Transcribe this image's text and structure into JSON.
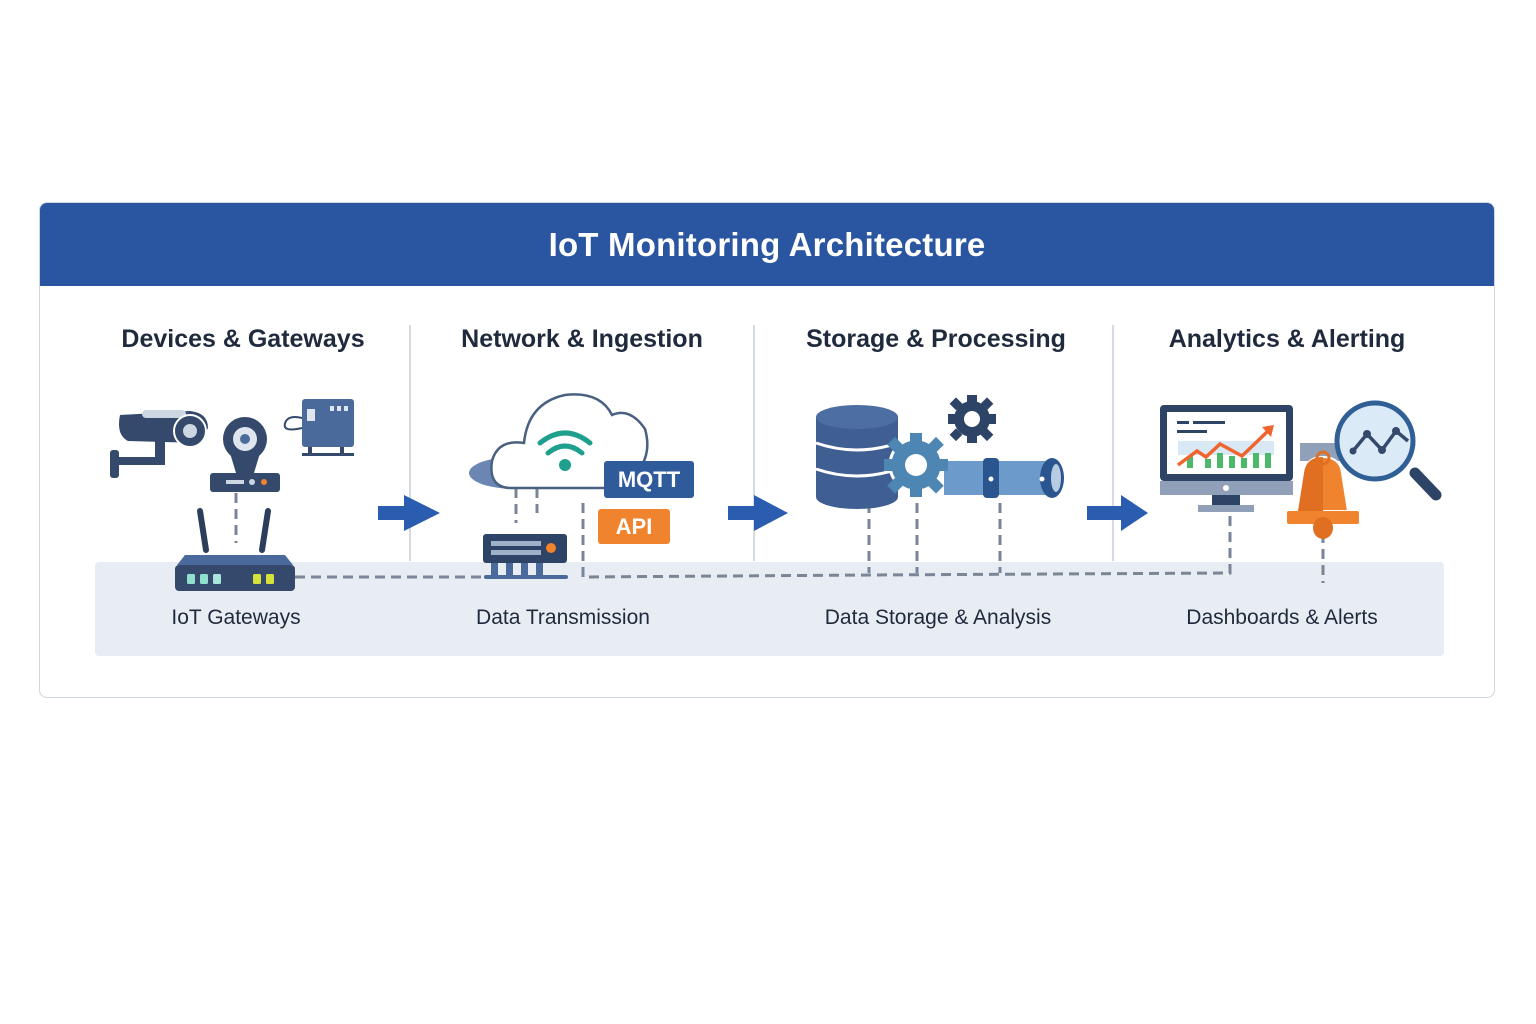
{
  "title": "IoT Monitoring Architecture",
  "stages": [
    {
      "title": "Devices & Gateways",
      "label": "IoT Gateways"
    },
    {
      "title": "Network & Ingestion",
      "label": "Data Transmission"
    },
    {
      "title": "Storage & Processing",
      "label": "Data Storage & Analysis"
    },
    {
      "title": "Analytics & Alerting",
      "label": "Dashboards & Alerts"
    }
  ],
  "badges": {
    "mqtt": "MQTT",
    "api": "API"
  },
  "colors": {
    "header": "#2a55a0",
    "icon_dark": "#34496b",
    "icon_mid": "#4a6a9c",
    "accent_teal": "#1fa08e",
    "accent_orange": "#f0832e",
    "arrow": "#2a5db0",
    "chart_green": "#4cb86a"
  }
}
